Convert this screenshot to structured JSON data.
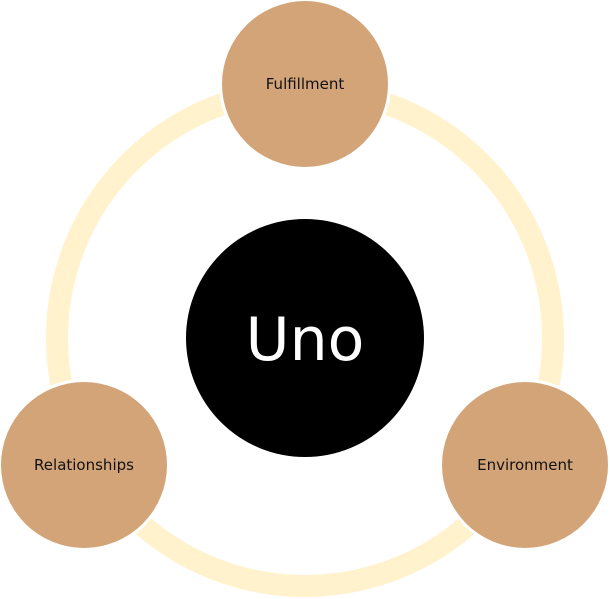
{
  "diagram": {
    "center": {
      "label": "Uno"
    },
    "nodes": [
      {
        "label": "Fulfillment"
      },
      {
        "label": "Relationships"
      },
      {
        "label": "Environment"
      }
    ]
  },
  "colors": {
    "ring": "#FFF2CC",
    "node_fill": "#D3A478",
    "center_fill": "#000000",
    "center_text": "#FFFFFF"
  }
}
